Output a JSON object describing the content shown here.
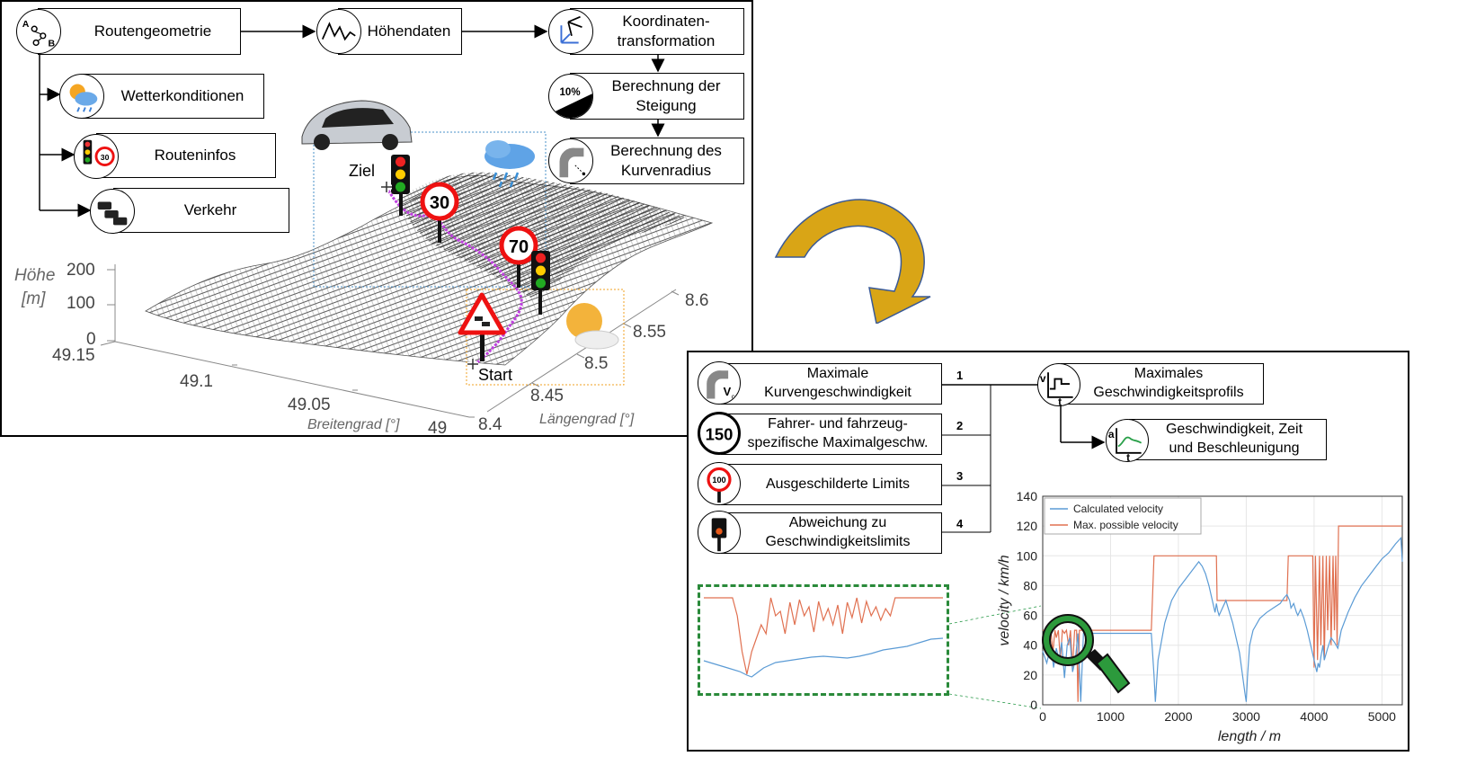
{
  "top": {
    "routengeometrie": "Routengeometrie",
    "hoehendaten": "Höhendaten",
    "koordinaten": "Koordinaten-\ntransformation",
    "steigung": "Berechnung der\nSteigung",
    "kurvenradius": "Berechnung des\nKurvenradius",
    "wetter": "Wetterkonditionen",
    "routeninfos": "Routeninfos",
    "verkehr": "Verkehr",
    "icon_ab_a": "A",
    "icon_ab_b": "B",
    "icon_percent": "10%",
    "icon_sign30": "30"
  },
  "terrain": {
    "ziel": "Ziel",
    "start": "Start",
    "sign30": "30",
    "sign70": "70",
    "z_label_1": "Höhe",
    "z_label_2": "[m]",
    "z_ticks": [
      "200",
      "100",
      "0"
    ],
    "lat_ticks": [
      "49.15",
      "49.1",
      "49.05",
      "49"
    ],
    "lon_ticks": [
      "8.4",
      "8.45",
      "8.5",
      "8.55",
      "8.6"
    ],
    "lat_label": "Breitengrad [°]",
    "lon_label": "Längengrad [°]"
  },
  "bottom": {
    "max_kurven": "Maximale\nKurvengeschwindigkeit",
    "fahrer": "Fahrer- und fahrzeug-\nspezifische Maximalgeschw.",
    "limits": "Ausgeschilderte Limits",
    "abweichung": "Abweichung zu\nGeschwindigkeitslimits",
    "profil": "Maximales\nGeschwindigkeitsprofils",
    "gzb": "Geschwindigkeit, Zeit\nund Beschleunigung",
    "n1": "1",
    "n2": "2",
    "n3": "3",
    "n4": "4",
    "icon_150": "150",
    "icon_100": "100",
    "icon_vc": "V",
    "icon_c": "c",
    "icon_v": "v",
    "icon_a": "a",
    "icon_t": "t"
  },
  "chart_data": {
    "type": "line",
    "xlabel": "length / m",
    "ylabel": "velocity / km/h",
    "xlim": [
      0,
      5300
    ],
    "ylim": [
      0,
      140
    ],
    "xticks": [
      0,
      1000,
      2000,
      3000,
      4000,
      5000
    ],
    "yticks": [
      0,
      20,
      40,
      60,
      80,
      100,
      120,
      140
    ],
    "grid": true,
    "legend_position": "top-left",
    "series": [
      {
        "name": "Calculated velocity",
        "color": "#5b9bd5",
        "x": [
          0,
          60,
          120,
          160,
          200,
          240,
          280,
          320,
          360,
          400,
          440,
          480,
          520,
          560,
          600,
          700,
          800,
          900,
          1000,
          1100,
          1200,
          1300,
          1400,
          1500,
          1600,
          1640,
          1660,
          1700,
          1800,
          1900,
          2000,
          2100,
          2200,
          2300,
          2350,
          2400,
          2450,
          2500,
          2540,
          2560,
          2580,
          2600,
          2650,
          2700,
          2800,
          2900,
          2980,
          3000,
          3020,
          3050,
          3100,
          3200,
          3300,
          3400,
          3500,
          3560,
          3600,
          3640,
          3660,
          3700,
          3740,
          3760,
          3800,
          3850,
          3900,
          3950,
          4000,
          4040,
          4060,
          4080,
          4100,
          4130,
          4150,
          4200,
          4250,
          4300,
          4350,
          4400,
          4500,
          4600,
          4700,
          4800,
          4900,
          5000,
          5100,
          5200,
          5280,
          5300
        ],
        "y": [
          36,
          28,
          40,
          25,
          38,
          30,
          42,
          18,
          40,
          45,
          22,
          30,
          48,
          2,
          48,
          48,
          48,
          48,
          48,
          48,
          48,
          48,
          48,
          48,
          48,
          20,
          2,
          30,
          55,
          70,
          78,
          84,
          90,
          96,
          93,
          88,
          80,
          70,
          62,
          68,
          63,
          60,
          65,
          70,
          55,
          35,
          8,
          2,
          20,
          40,
          50,
          58,
          62,
          65,
          68,
          72,
          74,
          70,
          65,
          68,
          62,
          60,
          64,
          58,
          50,
          40,
          30,
          22,
          28,
          25,
          32,
          40,
          30,
          38,
          45,
          42,
          38,
          50,
          62,
          72,
          80,
          86,
          92,
          98,
          102,
          108,
          112,
          96
        ]
      },
      {
        "name": "Max. possible velocity",
        "color": "#e07050",
        "x": [
          0,
          30,
          40,
          60,
          80,
          100,
          120,
          150,
          180,
          200,
          230,
          260,
          290,
          320,
          350,
          380,
          410,
          440,
          470,
          500,
          520,
          540,
          560,
          580,
          600,
          1600,
          1640,
          1650,
          1700,
          1750,
          2000,
          2500,
          2560,
          2570,
          2600,
          2700,
          2800,
          3500,
          3600,
          3620,
          3650,
          3700,
          3750,
          3800,
          3850,
          3900,
          3950,
          3980,
          4000,
          4020,
          4050,
          4080,
          4100,
          4130,
          4150,
          4180,
          4200,
          4230,
          4250,
          4280,
          4300,
          4320,
          4340,
          4360,
          4600,
          5300
        ],
        "y": [
          50,
          50,
          40,
          50,
          38,
          50,
          50,
          35,
          50,
          45,
          50,
          30,
          50,
          48,
          50,
          40,
          50,
          25,
          50,
          50,
          2,
          50,
          50,
          50,
          50,
          50,
          100,
          100,
          100,
          100,
          100,
          100,
          100,
          70,
          70,
          70,
          70,
          70,
          70,
          100,
          100,
          100,
          100,
          100,
          100,
          100,
          100,
          100,
          25,
          100,
          30,
          100,
          40,
          100,
          30,
          100,
          50,
          100,
          40,
          100,
          50,
          100,
          40,
          120,
          120,
          120
        ]
      }
    ],
    "inset": {
      "series": [
        {
          "name": "Calculated velocity",
          "color": "#5b9bd5",
          "x": [
            0,
            5,
            10,
            15,
            18,
            20,
            22,
            25,
            30,
            35,
            40,
            45,
            50,
            55,
            60,
            65,
            70,
            75,
            80,
            85,
            90,
            95,
            100
          ],
          "y": [
            30,
            26,
            22,
            18,
            14,
            12,
            16,
            22,
            28,
            30,
            32,
            34,
            35,
            34,
            33,
            35,
            38,
            42,
            44,
            46,
            50,
            54,
            55
          ]
        },
        {
          "name": "Max. possible velocity",
          "color": "#e07050",
          "x": [
            0,
            12,
            14,
            16,
            18,
            20,
            22,
            24,
            26,
            28,
            30,
            32,
            34,
            36,
            38,
            40,
            42,
            44,
            46,
            48,
            50,
            52,
            54,
            56,
            58,
            60,
            62,
            64,
            66,
            68,
            70,
            72,
            74,
            76,
            78,
            80,
            82,
            84,
            86,
            88,
            90,
            92,
            100
          ],
          "y": [
            100,
            100,
            80,
            40,
            15,
            40,
            55,
            70,
            60,
            100,
            80,
            85,
            60,
            95,
            70,
            98,
            80,
            90,
            62,
            96,
            75,
            88,
            70,
            92,
            60,
            95,
            78,
            100,
            72,
            96,
            80,
            90,
            75,
            88,
            80,
            100,
            100,
            100,
            100,
            100,
            100,
            100,
            100
          ]
        }
      ]
    }
  }
}
